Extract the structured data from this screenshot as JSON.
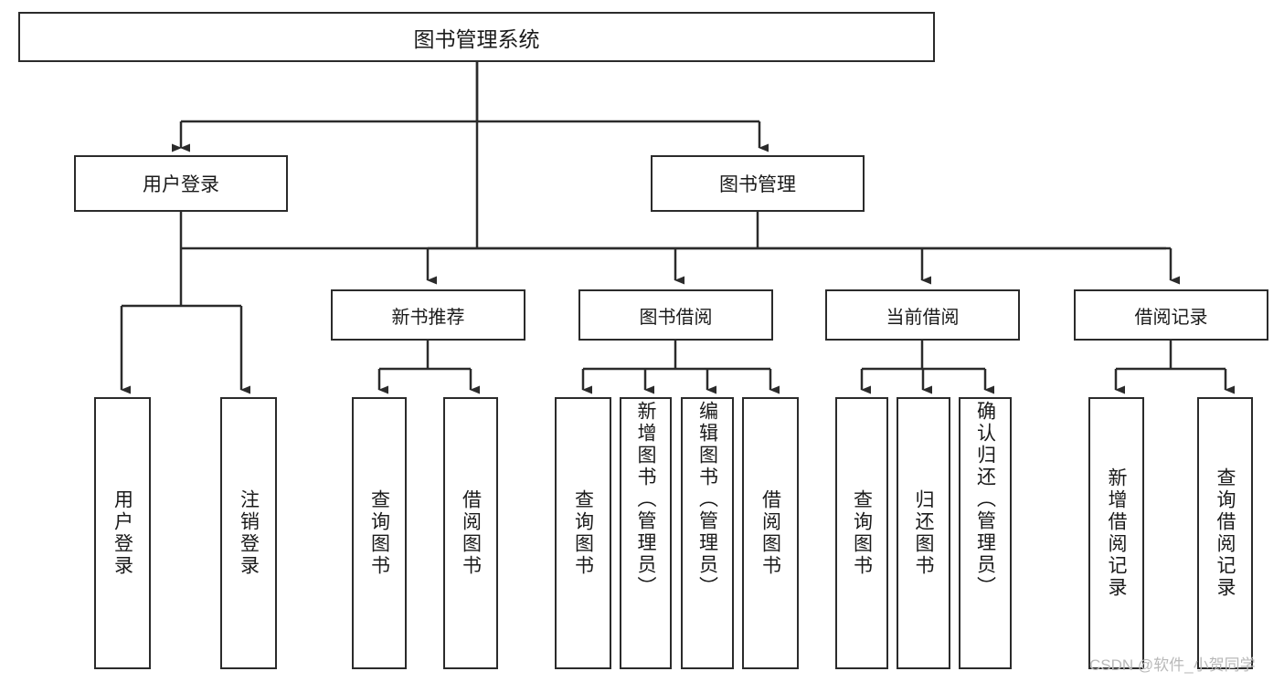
{
  "diagram": {
    "title": "图书管理系统",
    "type": "tree-hierarchy-diagram",
    "watermark": "CSDN @软件_小贺同学",
    "colors": {
      "stroke": "#2b2b2b",
      "fill": "#ffffff",
      "text": "#1a1a1a",
      "watermark": "#b9b9b9"
    }
  },
  "nodes": {
    "root": {
      "label": "图书管理系统"
    },
    "level2": {
      "user_login": {
        "label": "用户登录"
      },
      "book_manage": {
        "label": "图书管理"
      }
    },
    "level3": {
      "new_book_recommend": {
        "label": "新书推荐"
      },
      "book_borrow": {
        "label": "图书借阅"
      },
      "current_borrow": {
        "label": "当前借阅"
      },
      "borrow_record": {
        "label": "借阅记录"
      }
    },
    "leaves": {
      "user_login": [
        {
          "label": "用户登录"
        },
        {
          "label": "注销登录"
        }
      ],
      "new_book_recommend": [
        {
          "label": "查询图书"
        },
        {
          "label": "借阅图书"
        }
      ],
      "book_borrow": [
        {
          "label": "查询图书"
        },
        {
          "label": "新增图书（管理员）"
        },
        {
          "label": "编辑图书（管理员）"
        },
        {
          "label": "借阅图书"
        }
      ],
      "current_borrow": [
        {
          "label": "查询图书"
        },
        {
          "label": "归还图书"
        },
        {
          "label": "确认归还（管理员）"
        }
      ],
      "borrow_record": [
        {
          "label": "新增借阅记录"
        },
        {
          "label": "查询借阅记录"
        }
      ]
    }
  }
}
